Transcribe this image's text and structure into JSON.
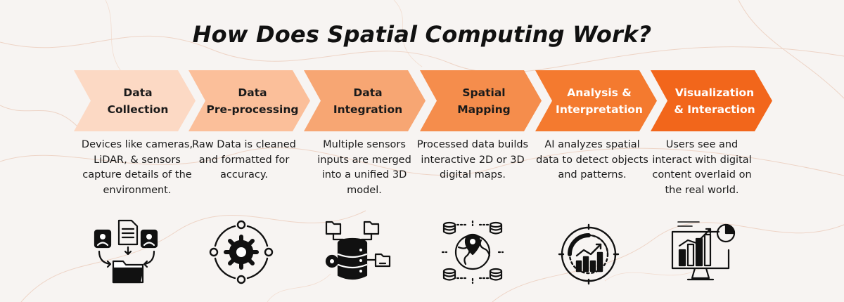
{
  "title": "How Does Spatial Computing Work?",
  "steps": [
    {
      "label_line1": "Data",
      "label_line2": "Collection",
      "description": "Devices like cameras, LiDAR, & sensors capture details of the environment.",
      "icon": "user-profile-folder-icon",
      "color": "#fcd9c4"
    },
    {
      "label_line1": "Data",
      "label_line2": "Pre-processing",
      "description": "Raw Data is cleaned and formatted for accuracy.",
      "icon": "gear-cycle-icon",
      "color": "#fbbf9a"
    },
    {
      "label_line1": "Data",
      "label_line2": "Integration",
      "description": "Multiple sensors inputs are merged into a unified 3D model.",
      "icon": "database-network-icon",
      "color": "#f7a673"
    },
    {
      "label_line1": "Spatial",
      "label_line2": "Mapping",
      "description": "Processed data builds interactive 2D or 3D digital maps.",
      "icon": "globe-location-icon",
      "color": "#f58d4c"
    },
    {
      "label_line1": "Analysis &",
      "label_line2": "Interpretation",
      "description": "AI analyzes spatial data to detect objects and patterns.",
      "icon": "analytics-gauge-icon",
      "color": "#f47a2f"
    },
    {
      "label_line1": "Visualization",
      "label_line2": "& Interaction",
      "description": "Users see and interact with digital content overlaid on the real world.",
      "icon": "monitor-chart-icon",
      "color": "#f2661b"
    }
  ]
}
